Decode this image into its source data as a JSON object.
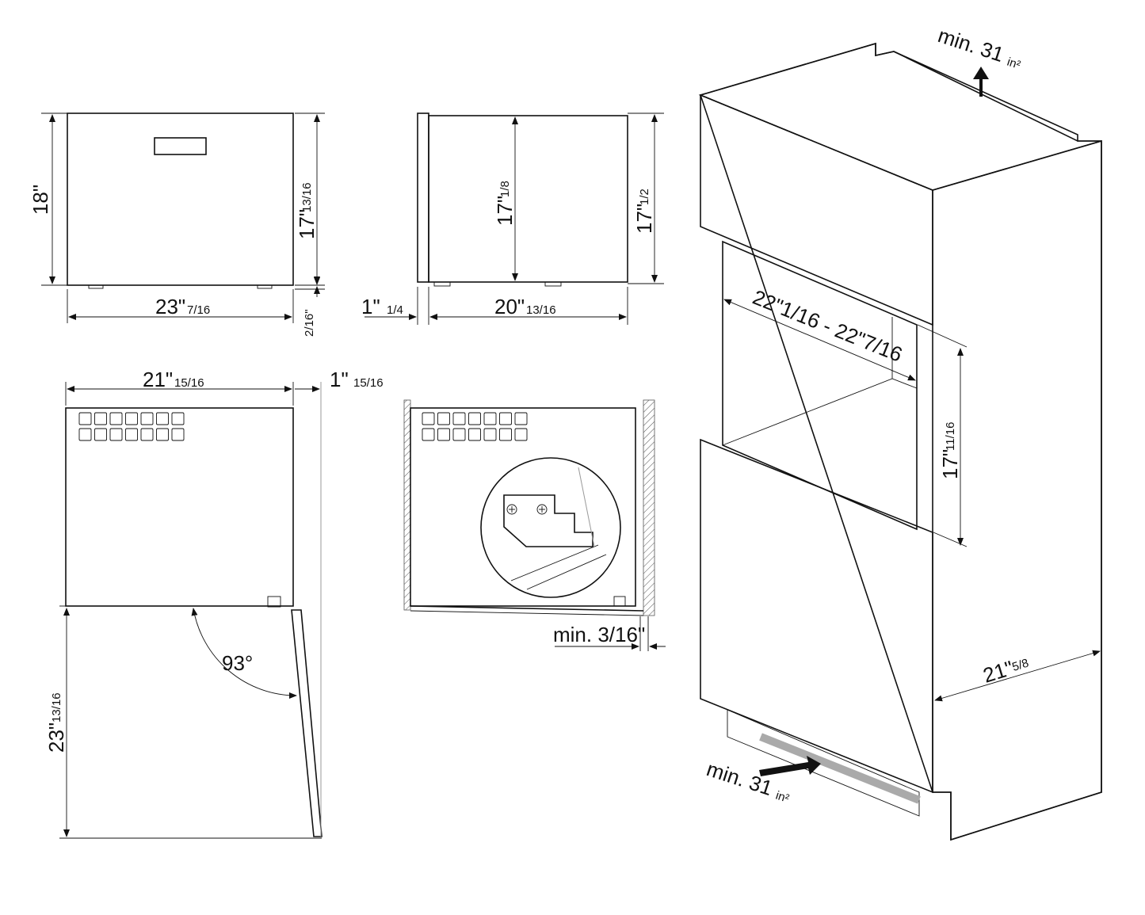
{
  "front_view": {
    "height_outer": "18\"",
    "height_inner": "17\"",
    "height_inner_frac": "13/16",
    "width": "23\"",
    "width_frac": "7/16",
    "feet": "2/16\""
  },
  "side_view": {
    "depth_offset": "1\"",
    "depth_offset_frac": "1/4",
    "depth": "20\"",
    "depth_frac": "13/16",
    "inner_height": "17\"",
    "inner_height_frac": "1/8",
    "outer_height": "17\"",
    "outer_height_frac": "1/2"
  },
  "top_view": {
    "width": "21\"",
    "width_frac": "15/16",
    "door_offset": "1\"",
    "door_offset_frac": "15/16",
    "open_depth": "23\"",
    "open_depth_frac": "13/16",
    "angle": "93°"
  },
  "installed_view": {
    "gap": "min. 3/16\""
  },
  "cabinet": {
    "vent_top": "min. 31",
    "vent_top_unit": "in²",
    "vent_bottom": "min. 31",
    "vent_bottom_unit": "in²",
    "niche_width": "22\"1/16 - 22\"7/16",
    "niche_height": "17\"",
    "niche_height_frac": "11/16",
    "niche_depth": "21\"",
    "niche_depth_frac": "5/8"
  }
}
